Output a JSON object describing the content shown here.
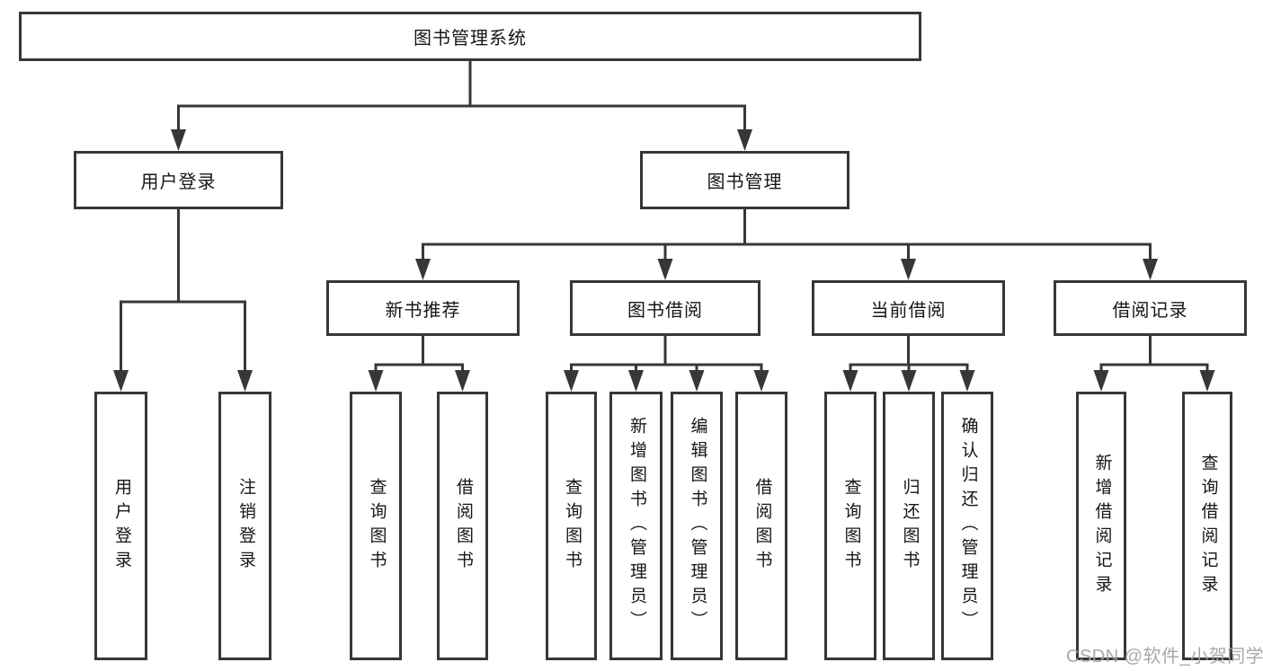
{
  "diagram_title": "图书管理系统",
  "colors": {
    "line": "#373737",
    "text": "#161616",
    "background": "#ffffff",
    "watermark_gray": "#9ca2ad"
  },
  "tree": {
    "label": "图书管理系统",
    "children": [
      {
        "label": "用户登录",
        "children": [
          {
            "label": "用户登录"
          },
          {
            "label": "注销登录"
          }
        ]
      },
      {
        "label": "图书管理",
        "children": [
          {
            "label": "新书推荐",
            "children": [
              {
                "label": "查询图书"
              },
              {
                "label": "借阅图书"
              }
            ]
          },
          {
            "label": "图书借阅",
            "children": [
              {
                "label": "查询图书"
              },
              {
                "label": "新增图书（管理员）"
              },
              {
                "label": "编辑图书（管理员）"
              },
              {
                "label": "借阅图书"
              }
            ]
          },
          {
            "label": "当前借阅",
            "children": [
              {
                "label": "查询图书"
              },
              {
                "label": "归还图书"
              },
              {
                "label": "确认归还（管理员）"
              }
            ]
          },
          {
            "label": "借阅记录",
            "children": [
              {
                "label": "新增借阅记录"
              },
              {
                "label": "查询借阅记录"
              }
            ]
          }
        ]
      }
    ]
  },
  "watermark": {
    "text": "CSDN @软件_小贺同学"
  }
}
